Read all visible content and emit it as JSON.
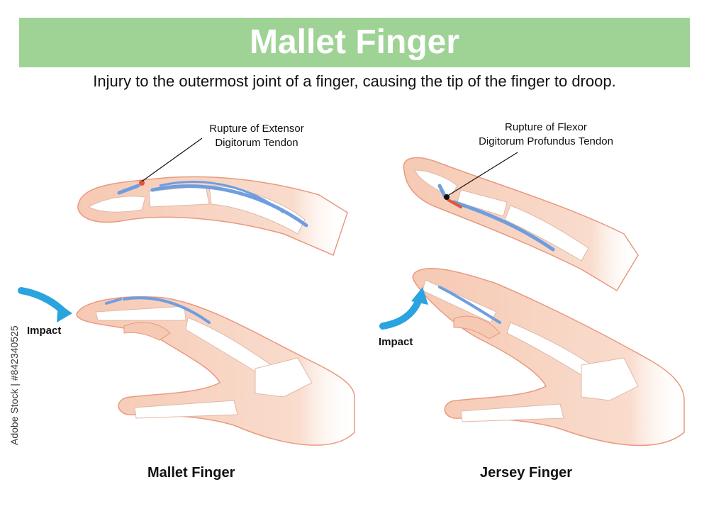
{
  "header": {
    "title": "Mallet Finger",
    "subtitle": "Injury to the outermost joint of a finger, causing the tip of the finger to droop."
  },
  "labels": {
    "extensor_line1": "Rupture of Extensor",
    "extensor_line2": "Digitorum Tendon",
    "flexor_line1": "Rupture of Flexor",
    "flexor_line2": "Digitorum Profundus Tendon",
    "impact_left": "Impact",
    "impact_right": "Impact"
  },
  "captions": {
    "left": "Mallet Finger",
    "right": "Jersey Finger"
  },
  "watermark": "Adobe Stock | #842340525",
  "colors": {
    "banner": "#9fd396",
    "skin": "#f6c9b3",
    "skin_edge": "#e89a80",
    "bone": "#ffffff",
    "tendon": "#6f9ee0",
    "injury": "#e2553b",
    "arrow": "#2aa4de"
  }
}
